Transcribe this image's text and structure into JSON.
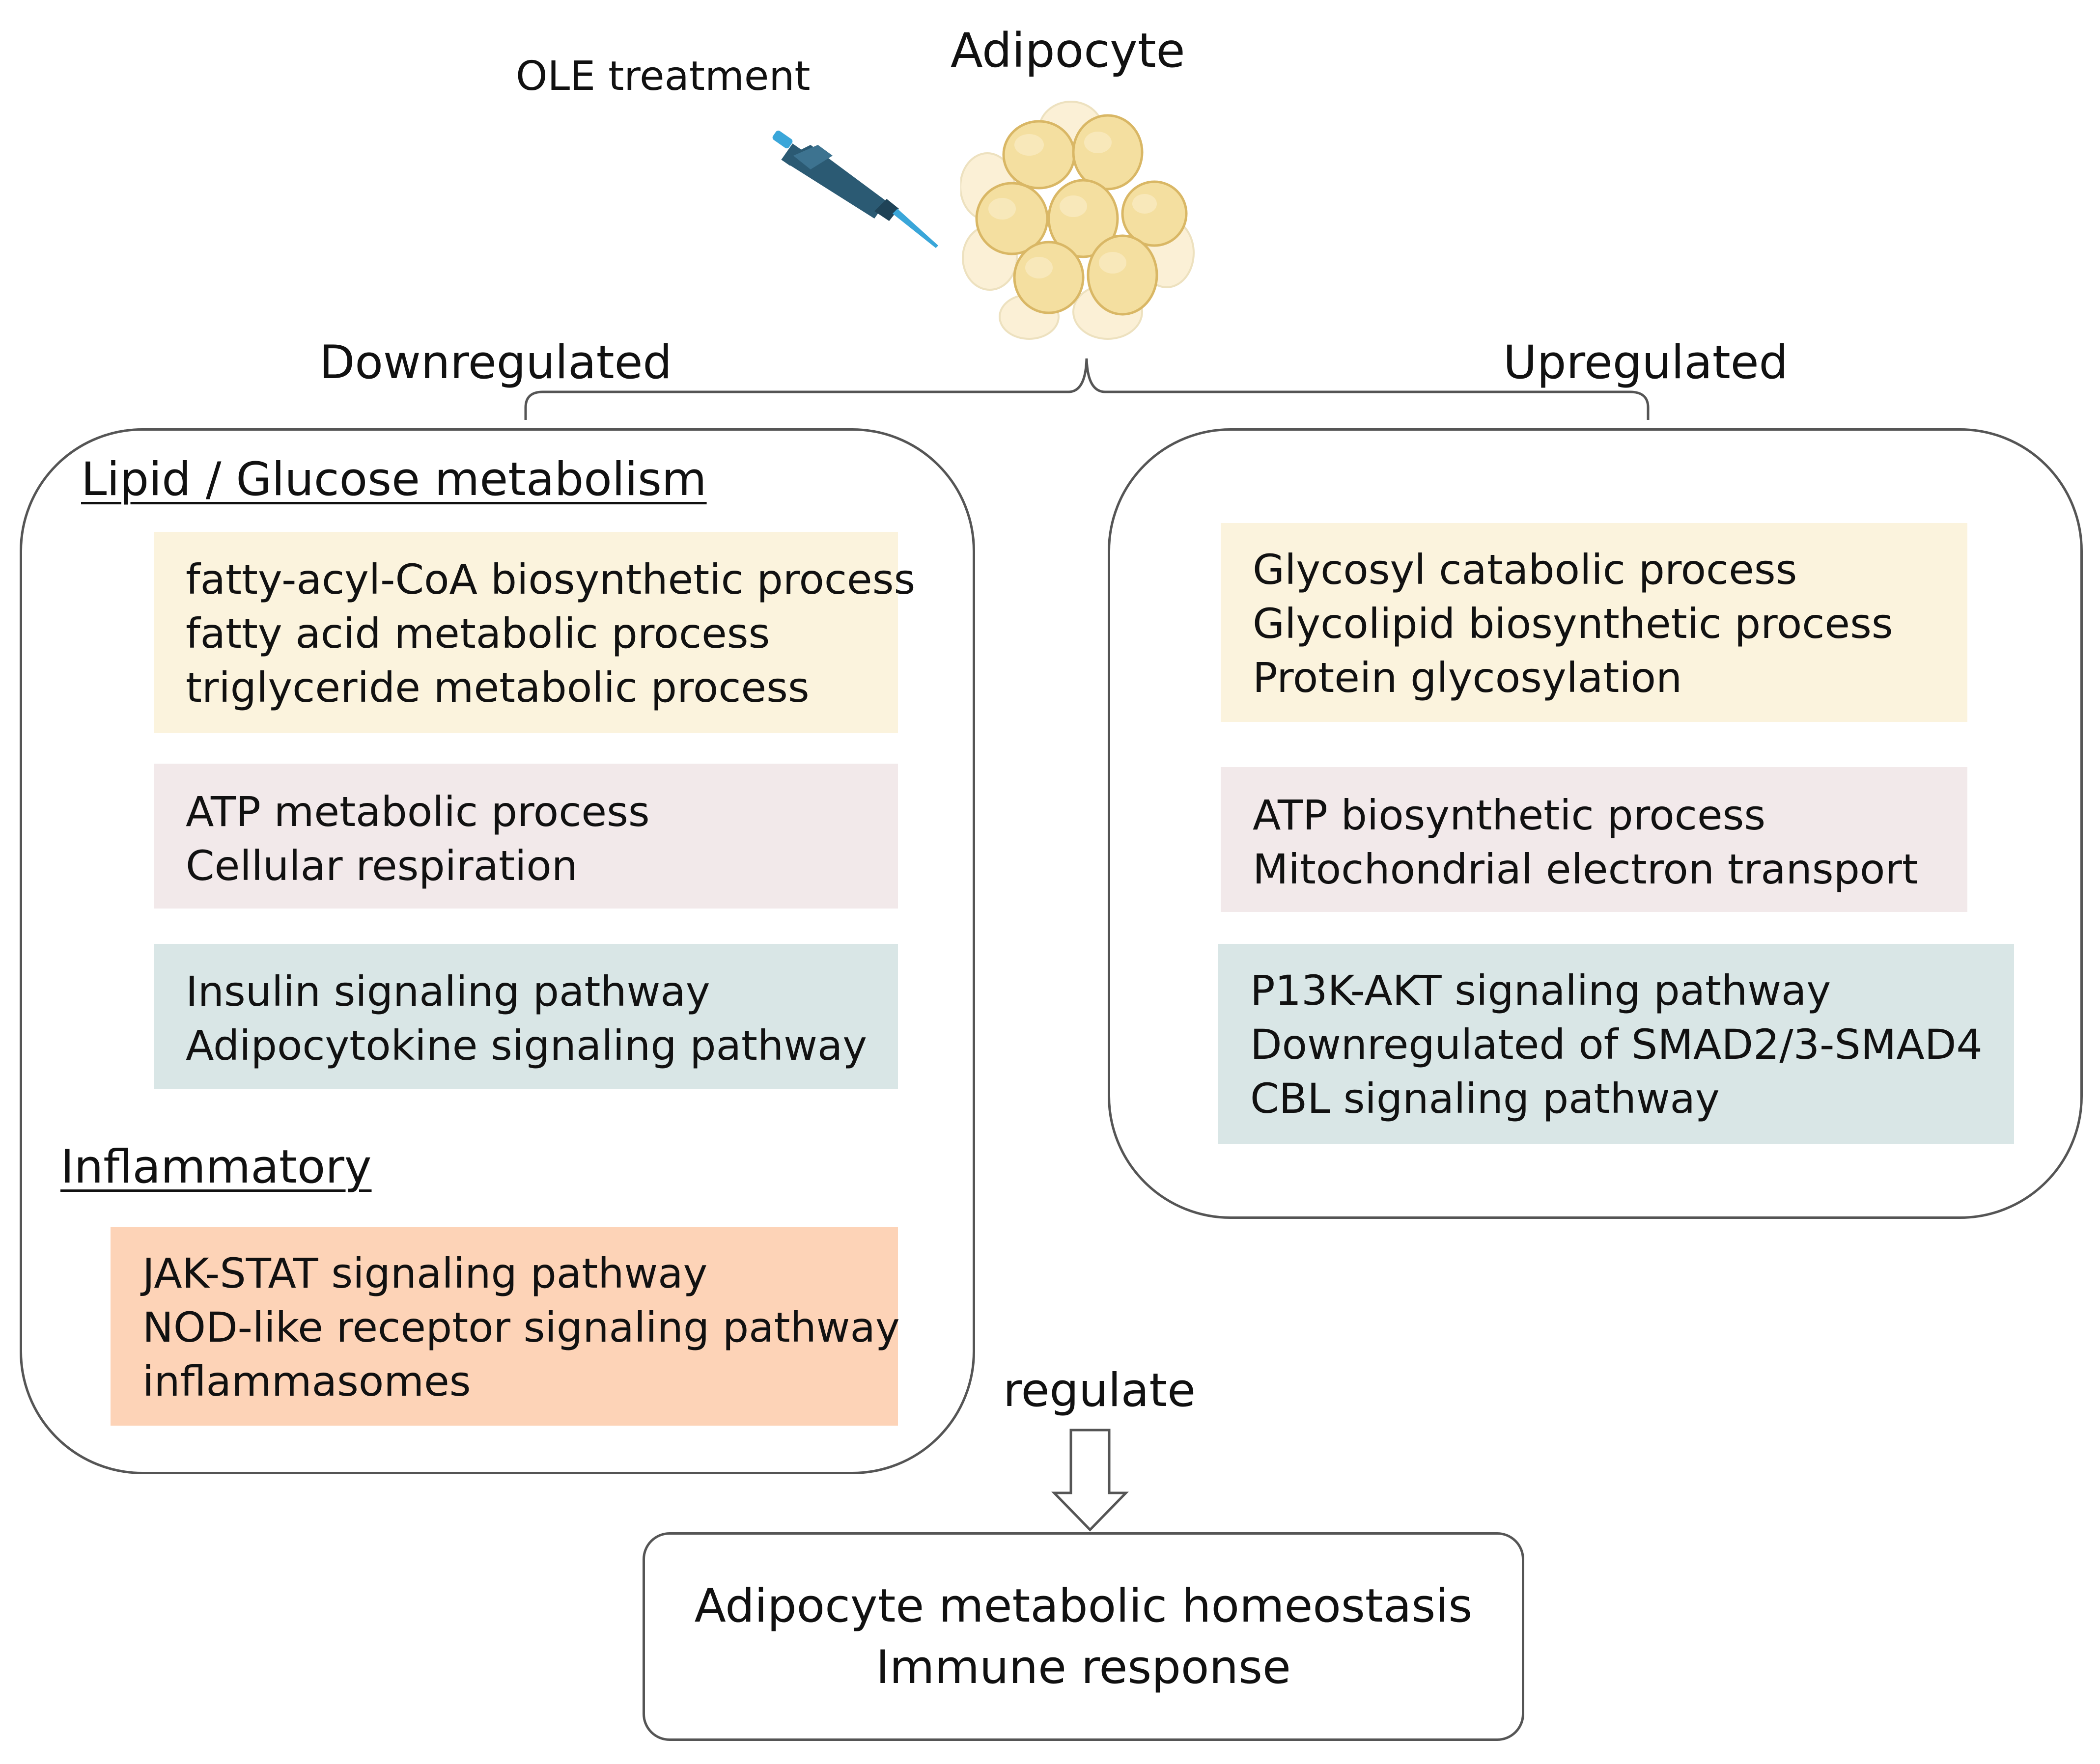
{
  "header": {
    "ole_label": "OLE treatment",
    "cell_label": "Adipocyte"
  },
  "branches": {
    "down_label": "Downregulated",
    "up_label": "Upregulated"
  },
  "downregulated": {
    "lipid_heading": "Lipid / Glucose metabolism",
    "lipid_group": [
      "fatty-acyl-CoA biosynthetic process",
      "fatty acid metabolic process",
      "triglyceride metabolic process"
    ],
    "energy_group": [
      "ATP metabolic process",
      "Cellular respiration"
    ],
    "signaling_group": [
      "Insulin signaling pathway",
      "Adipocytokine signaling pathway"
    ],
    "inflammatory_heading": "Inflammatory",
    "inflammatory_group": [
      "JAK-STAT signaling pathway",
      "NOD-like receptor signaling pathway",
      "inflammasomes"
    ]
  },
  "upregulated": {
    "glyco_group": [
      "Glycosyl catabolic process",
      "Glycolipid biosynthetic process",
      "Protein glycosylation"
    ],
    "energy_group": [
      "ATP biosynthetic process",
      "Mitochondrial electron transport"
    ],
    "signaling_group": [
      "P13K-AKT signaling pathway",
      "Downregulated of SMAD2/3-SMAD4",
      "CBL signaling pathway"
    ]
  },
  "regulate_label": "regulate",
  "outcome": [
    "Adipocyte metabolic homeostasis",
    "Immune response"
  ],
  "colors": {
    "lipid_box": "#fbf3dd",
    "energy_box": "#f2e9ea",
    "signaling_box": "#d9e6e6",
    "inflammatory_box": "#fdd3b7",
    "border": "#555555",
    "pipette_body": "#2b5a73",
    "pipette_tip": "#3aa6d9",
    "cell_fill": "#f4dfa0"
  },
  "icons": {
    "pipette": "pipette-icon",
    "adipocyte_cluster": "adipocyte-cluster-icon"
  }
}
